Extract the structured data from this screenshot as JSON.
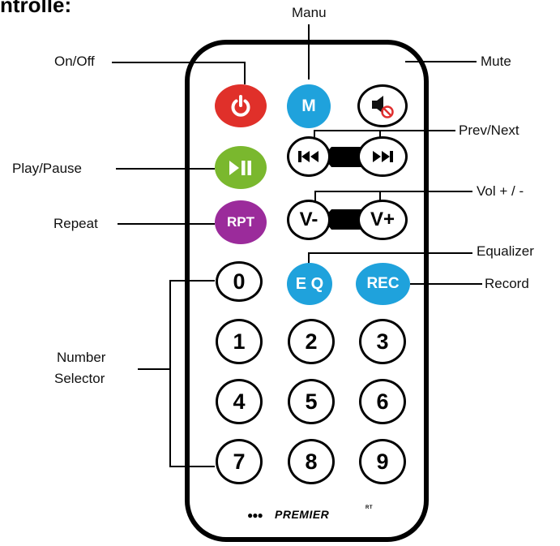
{
  "heading": "ntrolle:",
  "brand": {
    "name": "PREMIER",
    "mark": "●●●",
    "suffix": "RT"
  },
  "callouts": {
    "manu": "Manu",
    "onoff": "On/Off",
    "mute": "Mute",
    "prevnext": "Prev/Next",
    "playpause": "Play/Pause",
    "vol": "Vol + / -",
    "repeat": "Repeat",
    "equalizer": "Equalizer",
    "record": "Record",
    "number_line1": "Number",
    "number_line2": "Selector"
  },
  "buttons": {
    "menu": "M",
    "repeat": "RPT",
    "vol_down": "V-",
    "vol_up": "V+",
    "eq": "E Q",
    "rec": "REC",
    "digits": [
      "0",
      "1",
      "2",
      "3",
      "4",
      "5",
      "6",
      "7",
      "8",
      "9"
    ]
  },
  "icons": {
    "power": "power-icon",
    "mute": "mute-icon",
    "play_pause": "play-pause-icon",
    "prev": "previous-track-icon",
    "next": "next-track-icon"
  },
  "colors": {
    "power": "#e0302a",
    "menu": "#1fa2dc",
    "play_pause": "#7ab82e",
    "repeat": "#9b2b9b",
    "eq": "#1fa2dc",
    "rec": "#1fa2dc",
    "mute_slash": "#e03030",
    "outline": "#000000"
  }
}
